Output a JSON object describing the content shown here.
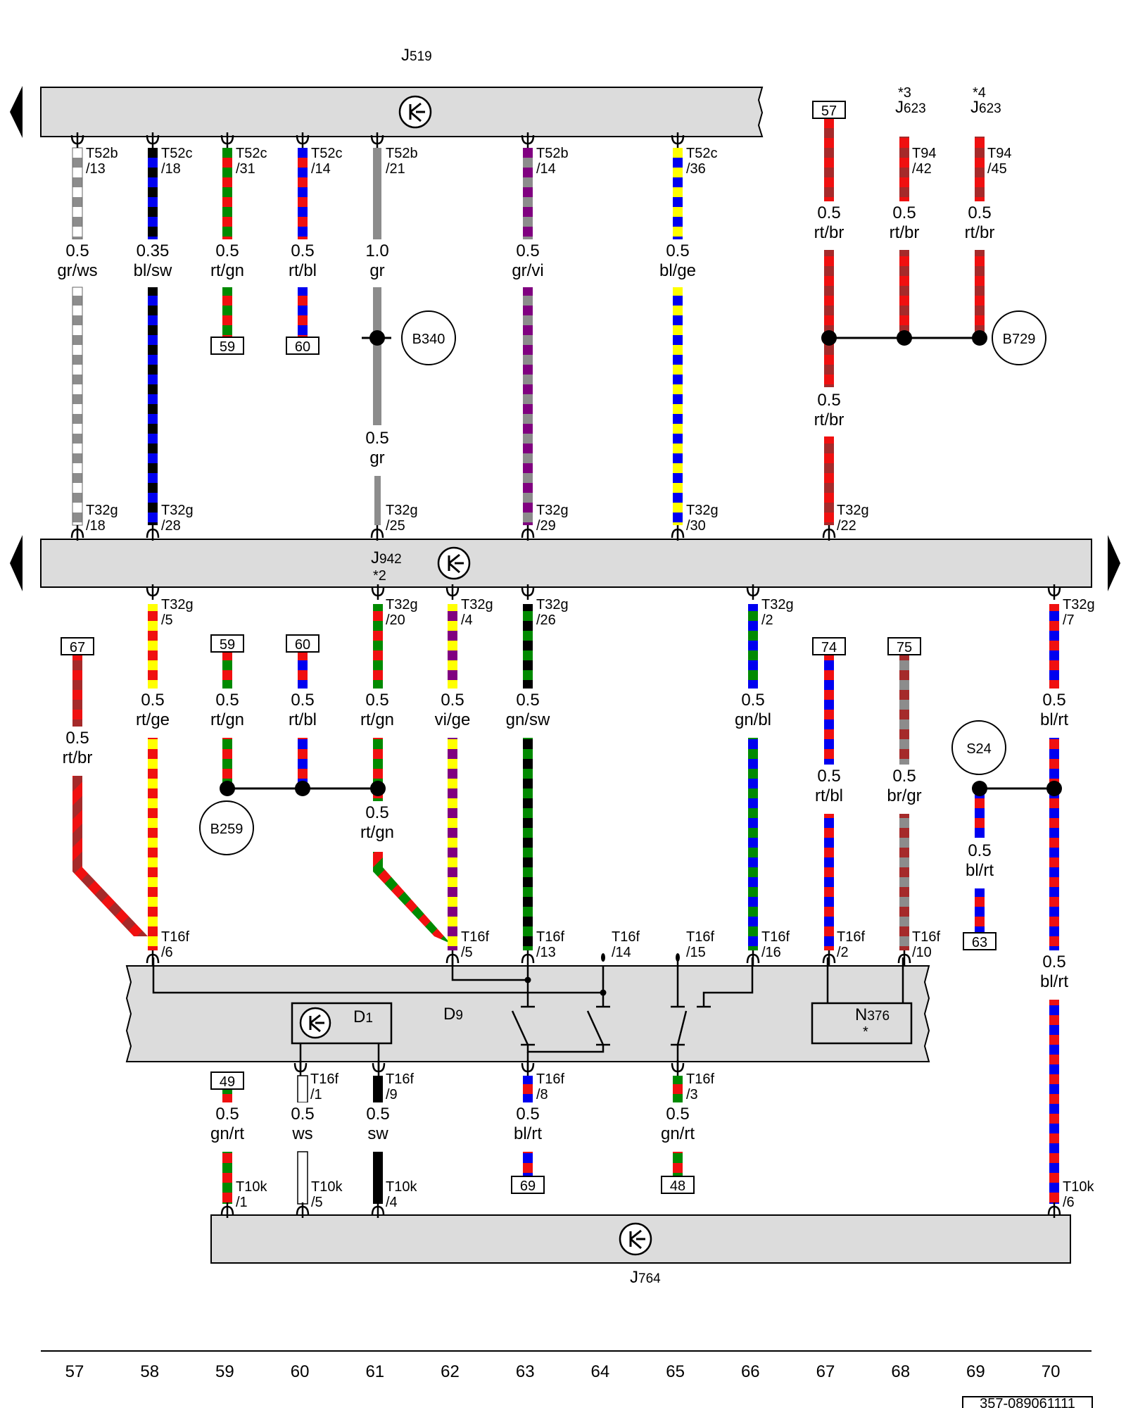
{
  "components": {
    "J519": {
      "id": "J",
      "sub": "519"
    },
    "J942": {
      "id": "J",
      "sub": "942",
      "note": "*2"
    },
    "J764": {
      "id": "J",
      "sub": "764"
    },
    "D1": {
      "id": "D",
      "sub": "1"
    },
    "D9": {
      "id": "D",
      "sub": "9"
    },
    "N376": {
      "id": "N",
      "sub": "376",
      "note": "*"
    },
    "J623_3": {
      "id": "J",
      "sub": "623",
      "note": "*3"
    },
    "J623_4": {
      "id": "J",
      "sub": "623",
      "note": "*4"
    }
  },
  "circles": {
    "B340": "B340",
    "B729": "B729",
    "B259": "B259",
    "S24": "S24"
  },
  "boxes": {
    "b57": "57",
    "b59a": "59",
    "b60a": "60",
    "b67": "67",
    "b59b": "59",
    "b60b": "60",
    "b74": "74",
    "b75": "75",
    "b63": "63",
    "b49": "49",
    "b69": "69",
    "b48": "48"
  },
  "pins": {
    "T52b13": {
      "a": "T52b",
      "b": "/13"
    },
    "T52c18": {
      "a": "T52c",
      "b": "/18"
    },
    "T52c31": {
      "a": "T52c",
      "b": "/31"
    },
    "T52c14": {
      "a": "T52c",
      "b": "/14"
    },
    "T52b21": {
      "a": "T52b",
      "b": "/21"
    },
    "T52b14": {
      "a": "T52b",
      "b": "/14"
    },
    "T52c36": {
      "a": "T52c",
      "b": "/36"
    },
    "T94_42": {
      "a": "T94",
      "b": "/42"
    },
    "T94_45": {
      "a": "T94",
      "b": "/45"
    },
    "T32g18": {
      "a": "T32g",
      "b": "/18"
    },
    "T32g28": {
      "a": "T32g",
      "b": "/28"
    },
    "T32g25": {
      "a": "T32g",
      "b": "/25"
    },
    "T32g29": {
      "a": "T32g",
      "b": "/29"
    },
    "T32g30": {
      "a": "T32g",
      "b": "/30"
    },
    "T32g22": {
      "a": "T32g",
      "b": "/22"
    },
    "T32g5": {
      "a": "T32g",
      "b": "/5"
    },
    "T32g20": {
      "a": "T32g",
      "b": "/20"
    },
    "T32g4": {
      "a": "T32g",
      "b": "/4"
    },
    "T32g26": {
      "a": "T32g",
      "b": "/26"
    },
    "T32g2": {
      "a": "T32g",
      "b": "/2"
    },
    "T32g7": {
      "a": "T32g",
      "b": "/7"
    },
    "T16f6": {
      "a": "T16f",
      "b": "/6"
    },
    "T16f5": {
      "a": "T16f",
      "b": "/5"
    },
    "T16f13": {
      "a": "T16f",
      "b": "/13"
    },
    "T16f14": {
      "a": "T16f",
      "b": "/14"
    },
    "T16f15": {
      "a": "T16f",
      "b": "/15"
    },
    "T16f16": {
      "a": "T16f",
      "b": "/16"
    },
    "T16f2": {
      "a": "T16f",
      "b": "/2"
    },
    "T16f10": {
      "a": "T16f",
      "b": "/10"
    },
    "T16f1": {
      "a": "T16f",
      "b": "/1"
    },
    "T16f9": {
      "a": "T16f",
      "b": "/9"
    },
    "T16f8": {
      "a": "T16f",
      "b": "/8"
    },
    "T16f3": {
      "a": "T16f",
      "b": "/3"
    },
    "T10k1": {
      "a": "T10k",
      "b": "/1"
    },
    "T10k5": {
      "a": "T10k",
      "b": "/5"
    },
    "T10k4": {
      "a": "T10k",
      "b": "/4"
    },
    "T10k6": {
      "a": "T10k",
      "b": "/6"
    }
  },
  "wires": {
    "w57": {
      "size": "0.5",
      "color": "gr/ws"
    },
    "w58": {
      "size": "0.35",
      "color": "bl/sw"
    },
    "w59": {
      "size": "0.5",
      "color": "rt/gn"
    },
    "w60": {
      "size": "0.5",
      "color": "rt/bl"
    },
    "w61": {
      "size": "1.0",
      "color": "gr"
    },
    "w61b": {
      "size": "0.5",
      "color": "gr"
    },
    "w63": {
      "size": "0.5",
      "color": "gr/vi"
    },
    "w65": {
      "size": "0.5",
      "color": "bl/ge"
    },
    "w67a": {
      "size": "0.5",
      "color": "rt/br"
    },
    "w68": {
      "size": "0.5",
      "color": "rt/br"
    },
    "w69": {
      "size": "0.5",
      "color": "rt/br"
    },
    "w67b": {
      "size": "0.5",
      "color": "rt/br"
    },
    "l57": {
      "size": "0.5",
      "color": "rt/br"
    },
    "l58": {
      "size": "0.5",
      "color": "rt/ge"
    },
    "l59": {
      "size": "0.5",
      "color": "rt/gn"
    },
    "l60": {
      "size": "0.5",
      "color": "rt/bl"
    },
    "l61": {
      "size": "0.5",
      "color": "rt/gn"
    },
    "l61b": {
      "size": "0.5",
      "color": "rt/gn"
    },
    "l62": {
      "size": "0.5",
      "color": "vi/ge"
    },
    "l63": {
      "size": "0.5",
      "color": "gn/sw"
    },
    "l66": {
      "size": "0.5",
      "color": "gn/bl"
    },
    "l67": {
      "size": "0.5",
      "color": "rt/bl"
    },
    "l68": {
      "size": "0.5",
      "color": "br/gr"
    },
    "l69": {
      "size": "0.5",
      "color": "bl/rt"
    },
    "l70": {
      "size": "0.5",
      "color": "bl/rt"
    },
    "l70b": {
      "size": "0.5",
      "color": "bl/rt"
    },
    "m59": {
      "size": "0.5",
      "color": "gn/rt"
    },
    "m60": {
      "size": "0.5",
      "color": "ws"
    },
    "m61": {
      "size": "0.5",
      "color": "sw"
    },
    "m63": {
      "size": "0.5",
      "color": "bl/rt"
    },
    "m65": {
      "size": "0.5",
      "color": "gn/rt"
    }
  },
  "columns": [
    "57",
    "58",
    "59",
    "60",
    "61",
    "62",
    "63",
    "64",
    "65",
    "66",
    "67",
    "68",
    "69",
    "70"
  ],
  "doc_number": "357-089061111",
  "wire_colors": {
    "gr": "#8c8c8c",
    "ws": "#ffffff",
    "bl": "#0000f0",
    "sw": "#000000",
    "rt": "#f01010",
    "gn": "#008a00",
    "vi": "#800080",
    "ge": "#ffff00",
    "br": "#a52a2a"
  }
}
